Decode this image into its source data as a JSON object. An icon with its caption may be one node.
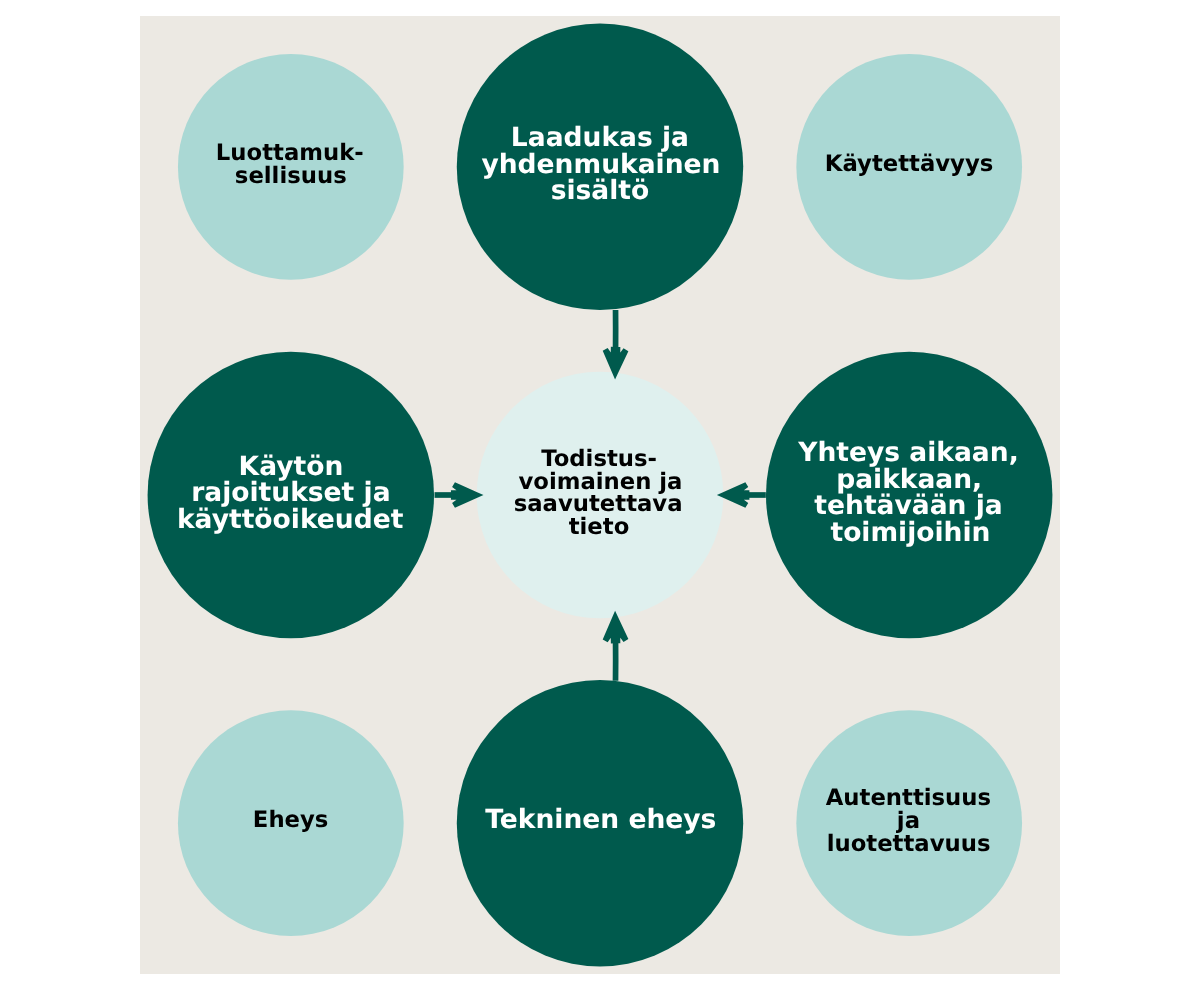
{
  "diagram": {
    "nodes": [
      {
        "text": [
          "Laadukas ja yhdenmukainen sisältö"
        ]
      },
      {
        "text": [
          "Luottamuk-sellisuus"
        ]
      },
      {
        "text": [
          "Käytettävyys"
        ]
      },
      {
        "text": [
          "Käytön rajoitukset ja käyttöoikeudet"
        ]
      },
      {
        "text": [
          "Todistus-voimainen ja saavutettava tieto"
        ]
      },
      {
        "text": [
          "Yhteys aikaan, paikkaan, tehtävään ja toimijoihin"
        ]
      },
      {
        "text": [
          "Eheys"
        ]
      },
      {
        "text": [
          "Autenttisuus ja luotettavuus"
        ]
      },
      {
        "text": [
          "Tekninen eheys"
        ]
      }
    ],
    "edges": [
      {
        "from": 0,
        "to": 4,
        "arrow": "to"
      },
      {
        "from": 3,
        "to": 4,
        "arrow": "to"
      },
      {
        "from": 5,
        "to": 4,
        "arrow": "to"
      },
      {
        "from": 8,
        "to": 4,
        "arrow": "to"
      }
    ]
  }
}
